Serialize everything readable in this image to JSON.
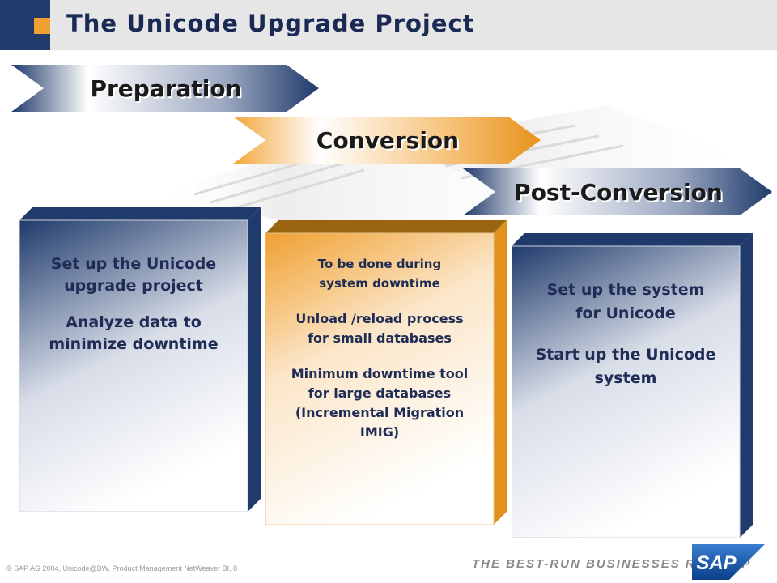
{
  "header": {
    "title": "The Unicode Upgrade Project"
  },
  "phases": [
    {
      "label": "Preparation",
      "color": "#1f3a6b"
    },
    {
      "label": "Conversion",
      "color": "#e8921c"
    },
    {
      "label": "Post-Conversion",
      "color": "#1f3a6b"
    }
  ],
  "panels": {
    "preparation": {
      "lines": [
        "Set up the Unicode",
        "upgrade project",
        "Analyze data to",
        "minimize downtime"
      ]
    },
    "conversion": {
      "lines": [
        "To be done during",
        "system downtime",
        "Unload /reload process",
        "for small databases",
        "Minimum downtime tool",
        "for large databases",
        "(Incremental Migration",
        "IMIG)"
      ]
    },
    "post_conversion": {
      "lines": [
        "Set up the system",
        "for Unicode",
        "Start up the Unicode",
        "system"
      ]
    }
  },
  "footer": {
    "copyright": "©  SAP AG 2004, Unicode@BW, Product Management NetWeaver BI,  8",
    "tagline": "THE BEST-RUN BUSINESSES RUN SAP",
    "logo_text": "SAP"
  }
}
